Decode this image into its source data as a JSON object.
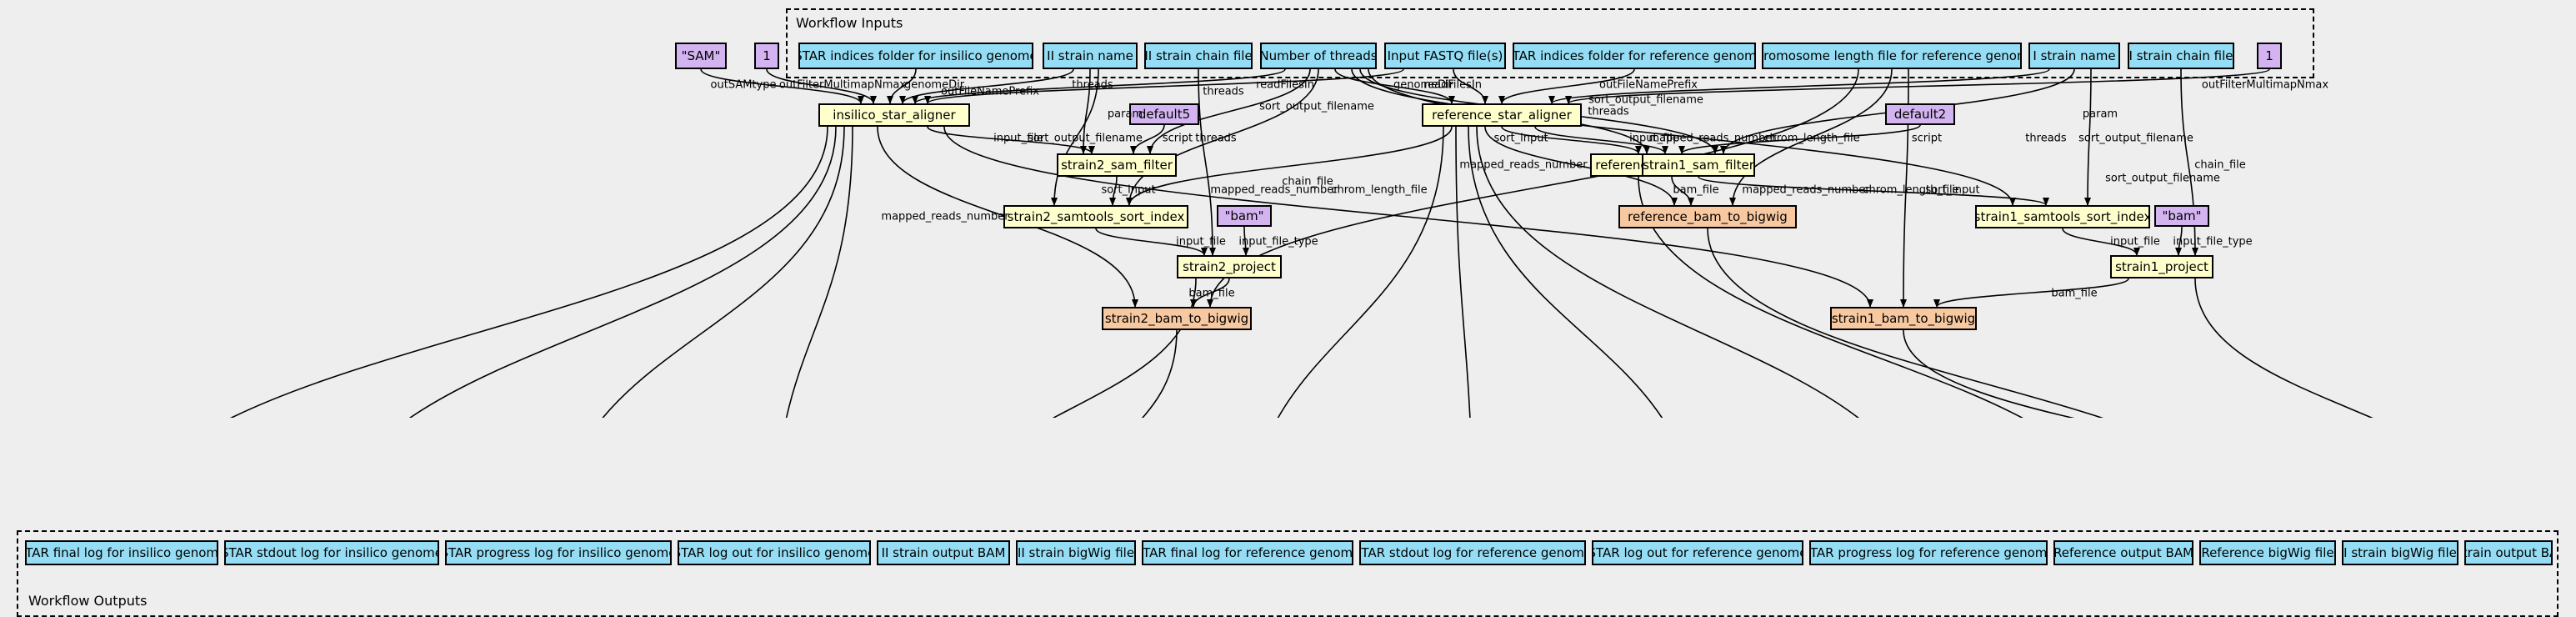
{
  "clusters": {
    "inputs_label": "Workflow Inputs",
    "outputs_label": "Workflow Outputs"
  },
  "colors": {
    "input": "#94ddf4",
    "param": "#d3b4f0",
    "step": "#ffffcc",
    "bigwig": "#f8c9a0",
    "background": "#eeeeee"
  },
  "inputs": {
    "star_insilico": "STAR indices folder for insilico genome",
    "ii_strain_name": "II strain name",
    "ii_chain_file": "II strain chain file",
    "threads": "Number of threads",
    "fastq": "Input FASTQ file(s)",
    "star_reference": "STAR indices folder for reference genome",
    "chrom_length": "Chromosome length file for reference genome",
    "i_strain_name": "I strain name",
    "i_chain_file": "I strain chain file"
  },
  "params": {
    "sam": "\"SAM\"",
    "one_left": "1",
    "one_right": "1",
    "default5": "default5",
    "default2": "default2",
    "bam_left": "\"bam\"",
    "bam_right": "\"bam\""
  },
  "steps": {
    "insilico_star_aligner": "insilico_star_aligner",
    "reference_star_aligner": "reference_star_aligner",
    "strain2_sam_filter": "strain2_sam_filter",
    "reference_samtools_sort": "reference_samtools_sort",
    "strain1_sam_filter": "strain1_sam_filter",
    "strain2_samtools_sort_index": "strain2_samtools_sort_index",
    "reference_bam_to_bigwig": "reference_bam_to_bigwig",
    "strain1_samtools_sort_index": "strain1_samtools_sort_index",
    "strain2_project": "strain2_project",
    "strain1_project": "strain1_project",
    "strain2_bam_to_bigwig": "strain2_bam_to_bigwig",
    "strain1_bam_to_bigwig": "strain1_bam_to_bigwig"
  },
  "outputs": {
    "star_final_insilico": "STAR final log for insilico genome",
    "star_stdout_insilico": "STAR stdout log for insilico genome",
    "star_progress_insilico": "STAR progress log for insilico genome",
    "star_out_insilico": "STAR log out for insilico genome",
    "ii_bam": "II strain output BAM",
    "ii_bigwig": "II strain bigWig file",
    "star_final_reference": "STAR final log for reference genome",
    "star_stdout_reference": "STAR stdout log for reference genome",
    "star_out_reference": "STAR log out for reference genome",
    "star_progress_reference": "STAR progress log for reference genome",
    "reference_bam": "Reference output BAM",
    "reference_bigwig": "Reference bigWig file",
    "i_bigwig": "I strain bigWig file",
    "i_bam": "I strain output BAM"
  },
  "edge_labels": {
    "outSAMtype": "outSAMtype",
    "outFilterMultimapNmax_left": "outFilterMultimapNmax",
    "genomeDir_left": "genomeDir",
    "outFileNamePrefix_left": "outFileNamePrefix",
    "threads_a": "threads",
    "readFilesIn_a": "readFilesIn",
    "genomeDir_right": "genomeDir",
    "outFileNamePrefix_right": "outFileNamePrefix",
    "readFilesIn_b": "readFilesIn",
    "outFilterMultimapNmax_right": "outFilterMultimapNmax",
    "sort_output_filename_a": "sort_output_filename",
    "threads_b": "threads",
    "sort_output_filename_b": "sort_output_filename",
    "threads_c": "threads",
    "threads_d": "threads",
    "chrom_length_file_a": "chrom_length_file",
    "mapped_reads_number_a": "mapped_reads_number",
    "sort_output_filename_c": "sort_output_filename",
    "chain_file_right": "chain_file",
    "input_file_a": "input_file",
    "sort_output_filename_d": "sort_output_filename",
    "param_left": "param",
    "script_left": "script",
    "threads_e": "threads",
    "sort_input_a": "sort_input",
    "input_file_b": "input_file",
    "script_right": "script",
    "param_right": "param",
    "sort_output_filename_e": "sort_output_filename",
    "chain_file_left": "chain_file",
    "sort_input_b": "sort_input",
    "mapped_reads_number_b": "mapped_reads_number",
    "bam_file_a": "bam_file",
    "sort_input_c": "sort_input",
    "mapped_reads_number_c": "mapped_reads_number",
    "chrom_length_file_b": "chrom_length_file",
    "mapped_reads_number_d": "mapped_reads_number",
    "chrom_length_file_c": "chrom_length_file",
    "input_file_c": "input_file",
    "input_file_type_a": "input_file_type",
    "input_file_d": "input_file",
    "input_file_type_b": "input_file_type",
    "mapped_reads_number_e": "mapped_reads_number",
    "bam_file_b": "bam_file",
    "bam_file_c": "bam_file"
  }
}
